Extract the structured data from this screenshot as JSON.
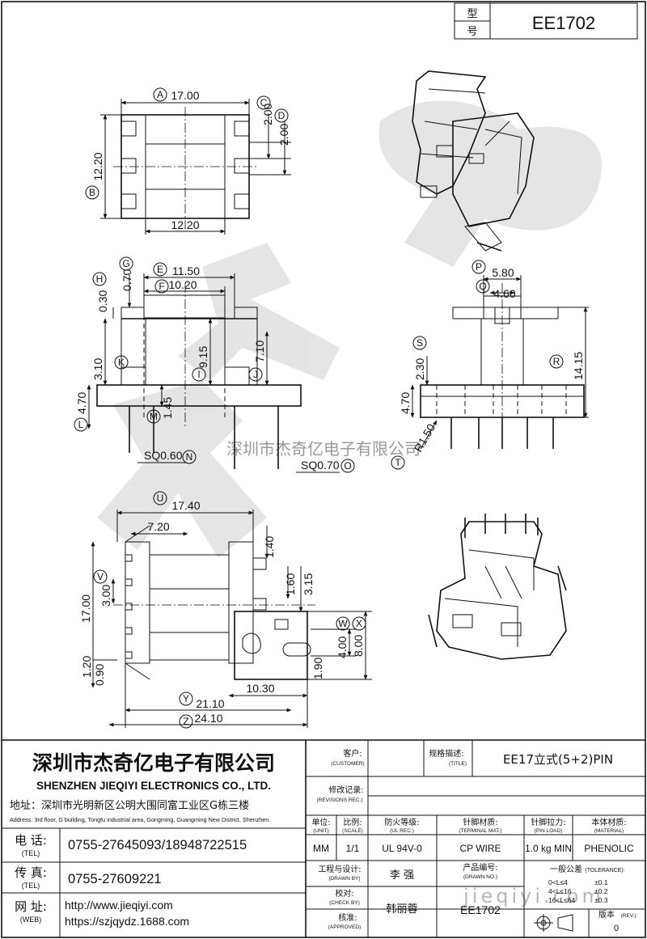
{
  "header": {
    "model_label_1": "型",
    "model_label_2": "号",
    "model_value": "EE1702"
  },
  "dimensions": {
    "A": "17.00",
    "B": "12.20",
    "C": "2.00",
    "D": "2.00",
    "bottom_width": "12.20",
    "E": "11.50",
    "F": "10.20",
    "G": "0.70",
    "H": "0.30",
    "I": "9.15",
    "J": "7.10",
    "K": "3.10",
    "L": "4.70",
    "M": "1.45",
    "N": "SQ0.60",
    "O": "SQ0.70",
    "P": "5.80",
    "Q": "4.60",
    "R": "14.15",
    "S": "2.30",
    "T": "R1.50",
    "T_height": "4.70",
    "U": "17.40",
    "top_left": "7.20",
    "r1": "1.40",
    "r2": "1.60",
    "r3": "3.15",
    "V": "3.00",
    "W": "4.00",
    "X": "8.00",
    "left_height": "17.00",
    "b1": "1.20",
    "b2": "0.90",
    "b3": "1.90",
    "b4": "10.30",
    "Y": "21.10",
    "Z": "24.10"
  },
  "callouts": [
    "A",
    "B",
    "C",
    "D",
    "E",
    "F",
    "G",
    "H",
    "I",
    "J",
    "K",
    "L",
    "M",
    "N",
    "O",
    "P",
    "Q",
    "R",
    "S",
    "T",
    "U",
    "V",
    "W",
    "X",
    "Y",
    "Z"
  ],
  "watermark": {
    "center_text": "深圳市杰奇亿电子有限公司",
    "bottom_text": "jieqiyi.com"
  },
  "company": {
    "name_cn": "深圳市杰奇亿电子有限公司",
    "name_en": "SHENZHEN JIEQIYI ELECTRONICS CO., LTD.",
    "address_cn": "地址：深圳市光明新区公明大围同富工业区G栋三楼",
    "address_en": "Address: 3rd floor, G building, Tongfu industrial area, Gongming, Guangming New District, Shenzhen.",
    "tel_label": "电 话:",
    "tel_label_en": "(TEL)",
    "tel": "0755-27645093/18948722515",
    "fax_label": "传 真:",
    "fax_label_en": "(TEL)",
    "fax": "0755-27609221",
    "web_label": "网 址:",
    "web_label_en": "(WEB)",
    "web1": "http://www.jieqiyi.com",
    "web2": "https://szjqydz.1688.com"
  },
  "titleblock": {
    "customer_cn": "客户:",
    "customer_en": "(CUSTOMER)",
    "title_cn": "规格描述:",
    "title_en": "(TITLE)",
    "title_value": "EE17立式(5+2)PIN",
    "rev_cn": "修改记录:",
    "rev_en": "(REVISIONS REC.)",
    "unit_cn": "单位:",
    "unit_en": "(UNIT)",
    "unit_value": "MM",
    "scale_cn": "比例:",
    "scale_en": "(SCALE)",
    "scale_value": "1/1",
    "ul_cn": "防火等级:",
    "ul_en": "(UL REC.)",
    "ul_value": "UL 94V-0",
    "term_cn": "针脚材质:",
    "term_en": "(TERMINAL MAT.)",
    "term_value": "CP WIRE",
    "pin_cn": "针脚拉力:",
    "pin_en": "(PIN LOAD)",
    "pin_value": "1.0 kg MIN",
    "mat_cn": "本体材质:",
    "mat_en": "(MATERIAL)",
    "mat_value": "PHENOLIC",
    "drawn_cn": "工程与设计:",
    "drawn_en": "(DRAWN BY)",
    "drawn_value": "李 强",
    "dno_cn": "产品编号:",
    "dno_en": "(DRAWN NO.)",
    "dno_value": "EE1702",
    "check_cn": "校对:",
    "check_en": "(CHECK BY)",
    "appr_cn": "核准:",
    "appr_en": "(APPROVED)",
    "appr_value": "韩丽蓉",
    "tol_cn": "一般公差",
    "tol_en": "(TOLERANCE):",
    "tol_rows": [
      {
        "range": "0<L≤4",
        "value": "±0.1"
      },
      {
        "range": "4<L≤16",
        "value": "±0.2"
      },
      {
        "range": "16<L≤64",
        "value": "±0.3"
      }
    ],
    "ver_cn": "版本",
    "ver_en": "(REV.):",
    "ver_value": "0"
  }
}
